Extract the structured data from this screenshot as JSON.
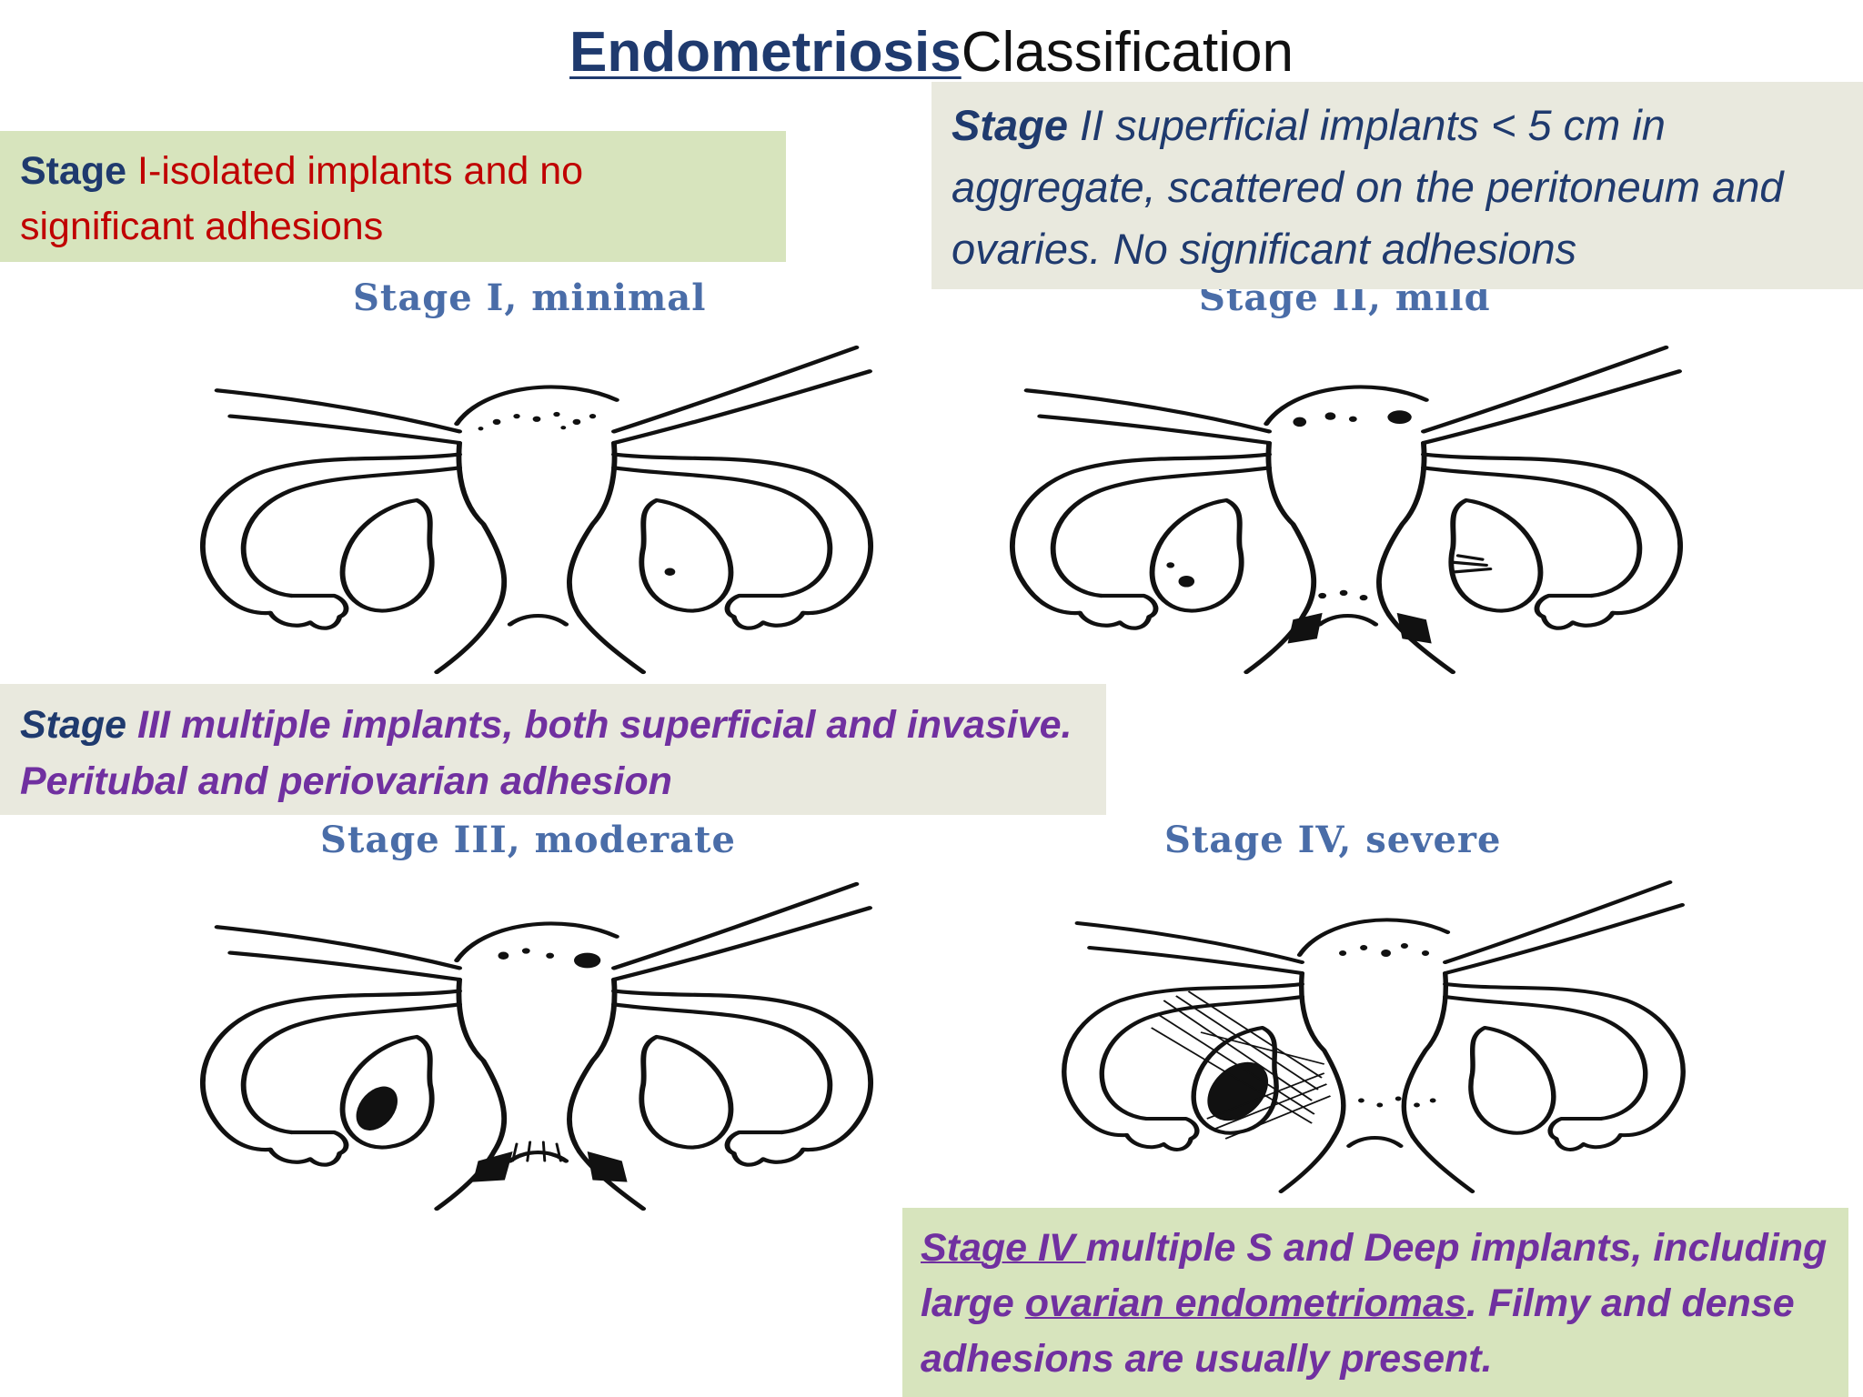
{
  "title": {
    "bold": "Endometriosis",
    "rest": "Classification"
  },
  "boxes": {
    "stage1": {
      "label": "Stage",
      "text": " I-isolated implants and no significant adhesions"
    },
    "stage2": {
      "label": "Stage",
      "text": "  II superficial implants < 5 cm in aggregate, scattered on the peritoneum and ovaries. No significant adhesions"
    },
    "stage3": {
      "label": "Stage",
      "text": "  III multiple implants, both superficial and invasive. Peritubal and periovarian adhesion"
    },
    "stage4": {
      "label_u": "Stage IV ",
      "text_a": "multiple S and Deep implants, including large ",
      "text_u": "ovarian endometriomas",
      "text_b": ". Filmy and dense adhesions are usually present."
    }
  },
  "diagrams": [
    {
      "caption": "Stage I, minimal"
    },
    {
      "caption": "Stage II, mild"
    },
    {
      "caption": "Stage III, moderate"
    },
    {
      "caption": "Stage IV, severe"
    }
  ]
}
